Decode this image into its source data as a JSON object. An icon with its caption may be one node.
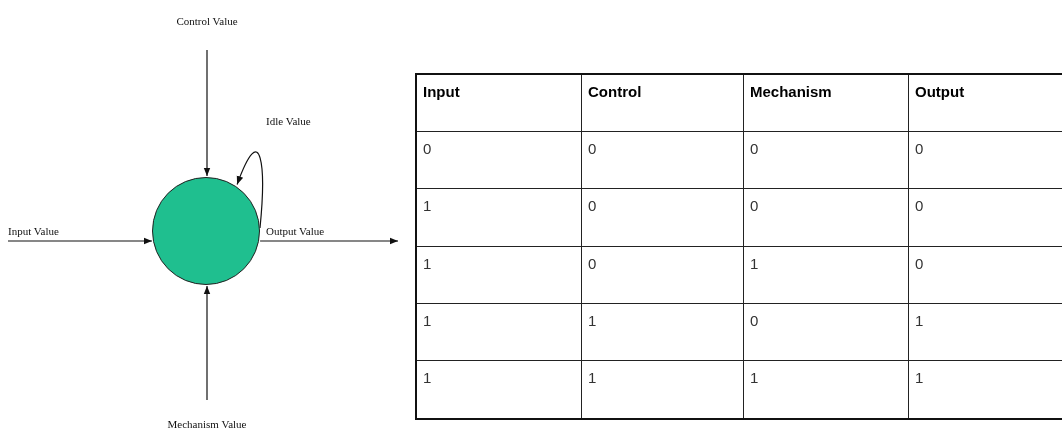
{
  "diagram": {
    "nodes": [
      {
        "text": [
          "Control Value"
        ]
      },
      {
        "text": [
          "Input Value"
        ]
      },
      {
        "text": [],
        "shape": "circle"
      },
      {
        "text": [
          "Mechanism Value"
        ]
      }
    ],
    "edges": [
      {
        "from": 0,
        "to": 2,
        "arrow": "to"
      },
      {
        "from": 2,
        "to": 2,
        "arrow": "to",
        "label": "Idle Value"
      },
      {
        "from": 1,
        "to": 2,
        "arrow": "to"
      },
      {
        "from": 2,
        "to": null,
        "arrow": "to",
        "label": "Output Value"
      },
      {
        "from": 3,
        "to": 2,
        "arrow": "to"
      }
    ],
    "labels": [
      "Input",
      "Control",
      "Mechanism",
      "Output",
      "0",
      "0",
      "0",
      "0",
      "1",
      "0",
      "0",
      "0",
      "1",
      "0",
      "1",
      "0",
      "1",
      "1",
      "0",
      "1",
      "1",
      "1",
      "1",
      "1"
    ]
  }
}
